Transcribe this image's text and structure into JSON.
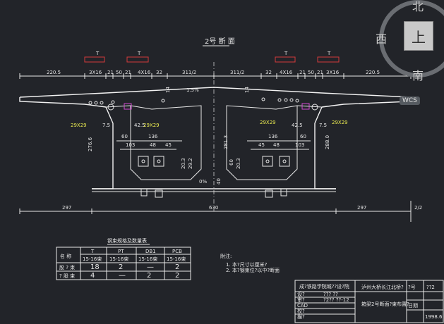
{
  "title": "2号 断 面",
  "top_dims": [
    "220.5",
    "3X16",
    "21",
    "50",
    "21",
    "4X16",
    "32",
    "311/2",
    "311/2",
    "32",
    "4X16",
    "21",
    "50",
    "21",
    "3X16",
    "220.5"
  ],
  "t_markers": [
    "T",
    "T",
    "T",
    "T"
  ],
  "slope": "1.5%",
  "deck_dims": [
    "14",
    "14"
  ],
  "left_labels": [
    "29X29",
    "7.5",
    "42.5",
    "29X29",
    "60",
    "103",
    "136",
    "48",
    "45",
    "276.6",
    "20.3",
    "29.2"
  ],
  "right_labels": [
    "29X29",
    "42.5",
    "7.5",
    "29X29",
    "60",
    "136",
    "103",
    "48",
    "45",
    "281.3",
    "288.0",
    "20.3",
    "60",
    "40"
  ],
  "center_slope": "0%",
  "bottom_dims": [
    "297",
    "630",
    "297",
    "2/2"
  ],
  "table": {
    "caption": "钢束规格及数量表",
    "headers": [
      "名 称",
      "T",
      "PT",
      "DB1",
      "PCB"
    ],
    "spec_row": [
      "",
      "15-16束",
      "15-16束",
      "15-16束",
      "15-16束"
    ],
    "rows": [
      [
        "股 ? 束",
        "18",
        "2",
        "—",
        "2"
      ],
      [
        "? 股 束",
        "4",
        "—",
        "2",
        "2"
      ]
    ]
  },
  "notes": {
    "heading": "附注:",
    "items": [
      "1. 本?尺寸以厘米?",
      "2. 本?钢束位?以中?断面 "
    ]
  },
  "title_block": {
    "institute": "成?铁路学院城??设?院",
    "project": "泸州大桥长江北桥?",
    "drawing": "箱梁2号断面?束布置?",
    "cells": [
      "设?",
      "审?",
      "CAD",
      "校?",
      "描?"
    ],
    "meta": [
      "?号",
      "??2",
      "日期",
      "1998.6"
    ],
    "small": [
      "??? ??",
      "?2?? ??-12"
    ]
  },
  "compass": {
    "north": "北",
    "west": "西",
    "south": "南",
    "top_face": "上",
    "wcs": "WCS"
  }
}
